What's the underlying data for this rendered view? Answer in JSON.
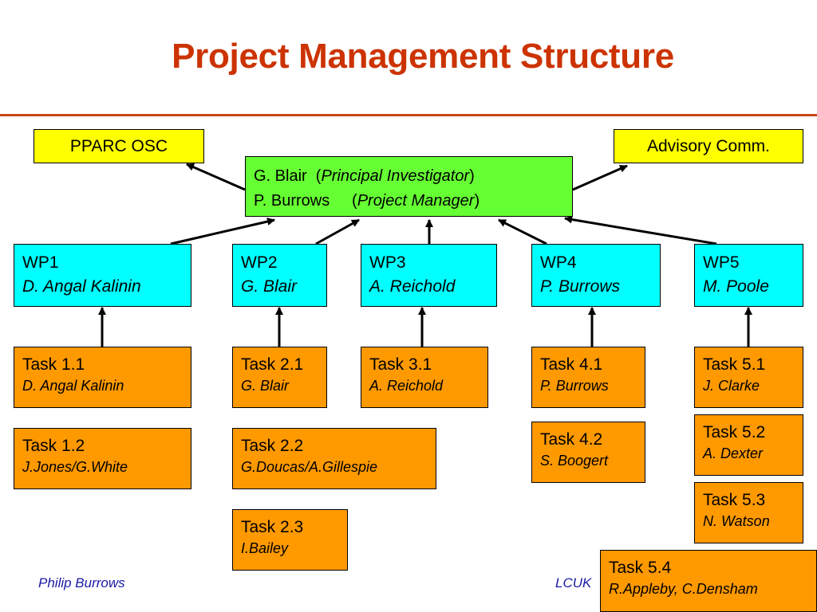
{
  "title": "Project Management Structure",
  "colors": {
    "title": "#cc3300",
    "rule": "#cc4418",
    "oversight": "#ffff00",
    "management": "#66ff33",
    "work_package": "#00ffff",
    "task": "#ff9900",
    "footer_text": "#1a1aa6"
  },
  "oversight": {
    "left": "PPARC OSC",
    "right": "Advisory Comm."
  },
  "management": {
    "line1_name": "G. Blair",
    "line1_role": "Principal Investigator",
    "line2_name": "P. Burrows",
    "line2_role": "Project Manager"
  },
  "work_packages": [
    {
      "id": "WP1",
      "lead": "D. Angal Kalinin"
    },
    {
      "id": "WP2",
      "lead": "G. Blair"
    },
    {
      "id": "WP3",
      "lead": "A. Reichold"
    },
    {
      "id": "WP4",
      "lead": "P. Burrows"
    },
    {
      "id": "WP5",
      "lead": "M. Poole"
    }
  ],
  "tasks": [
    {
      "id": "Task 1.1",
      "lead": "D. Angal Kalinin"
    },
    {
      "id": "Task 1.2",
      "lead": "J.Jones/G.White"
    },
    {
      "id": "Task 2.1",
      "lead": "G. Blair"
    },
    {
      "id": "Task 2.2",
      "lead": "G.Doucas/A.Gillespie"
    },
    {
      "id": "Task 2.3",
      "lead": "I.Bailey"
    },
    {
      "id": "Task 3.1",
      "lead": "A. Reichold"
    },
    {
      "id": "Task 4.1",
      "lead": "P. Burrows"
    },
    {
      "id": "Task 4.2",
      "lead": "S. Boogert"
    },
    {
      "id": "Task 5.1",
      "lead": "J. Clarke"
    },
    {
      "id": "Task 5.2",
      "lead": "A. Dexter"
    },
    {
      "id": "Task 5.3",
      "lead": "N. Watson"
    },
    {
      "id": "Task 5.4",
      "lead": "R.Appleby, C.Densham"
    }
  ],
  "footer": {
    "left": "Philip Burrows",
    "right": "LCUK"
  }
}
